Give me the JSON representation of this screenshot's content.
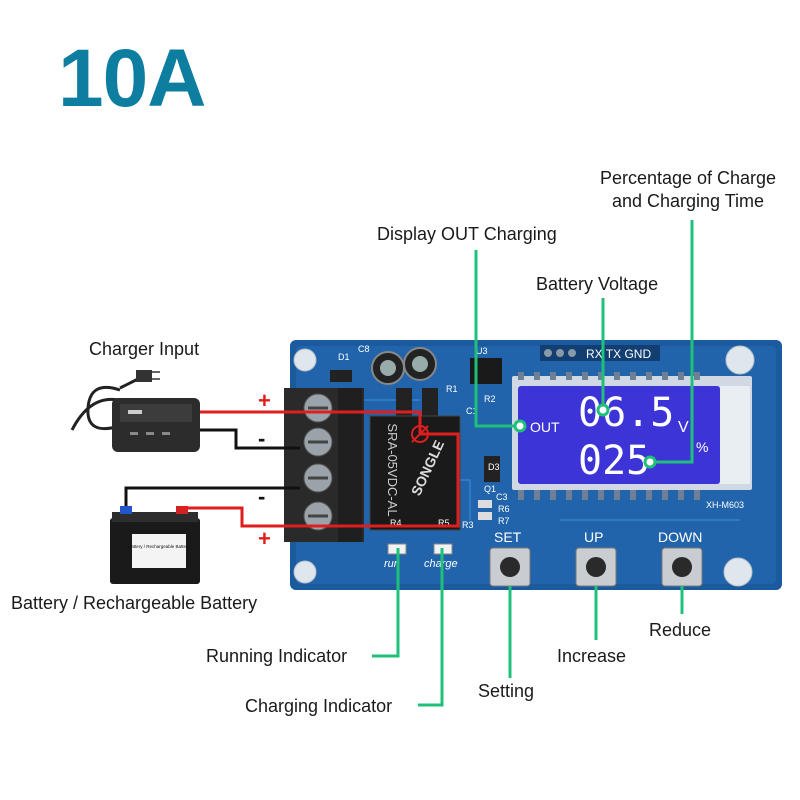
{
  "title": "10A",
  "labels": {
    "percentage_line1": "Percentage of Charge",
    "percentage_line2": "and Charging Time",
    "display_out": "Display OUT Charging",
    "battery_voltage": "Battery Voltage",
    "charger_input": "Charger Input",
    "battery": "Battery / Rechargeable Battery",
    "running_indicator": "Running Indicator",
    "charging_indicator": "Charging Indicator",
    "setting": "Setting",
    "increase": "Increase",
    "reduce": "Reduce"
  },
  "board": {
    "header_label": "RX TX GND",
    "model": "XH-M603",
    "relay_text": "SRA-05VDC-AL",
    "relay_brand": "SONGLE",
    "lcd": {
      "out_label": "OUT",
      "voltage_value": "06.5",
      "voltage_unit": "V",
      "percent_value": "025",
      "percent_unit": "%"
    },
    "buttons": {
      "set": "SET",
      "up": "UP",
      "down": "DOWN"
    },
    "indicators": {
      "run": "run",
      "charge": "charge"
    },
    "silk": {
      "d1": "D1",
      "c8": "C8",
      "r1": "R1",
      "r2": "R2",
      "c1": "C1",
      "u3": "U3",
      "d3": "D3",
      "q1": "Q1",
      "c3": "C3",
      "r6": "R6",
      "r7": "R7",
      "r3": "R3",
      "r4": "R4",
      "r5": "R5"
    }
  },
  "terminal_signs": {
    "plus_top": "+",
    "minus_1": "-",
    "minus_2": "-",
    "plus_bottom": "+"
  },
  "battery_sticker": "Battery / Rechargeable Battery",
  "colors": {
    "title": "#0e7ea0",
    "pcb": "#1c5a9e",
    "callout": "#1fc07a",
    "wire_red": "#e01e1e",
    "wire_black": "#111111",
    "lcd": "#3d34d8"
  }
}
